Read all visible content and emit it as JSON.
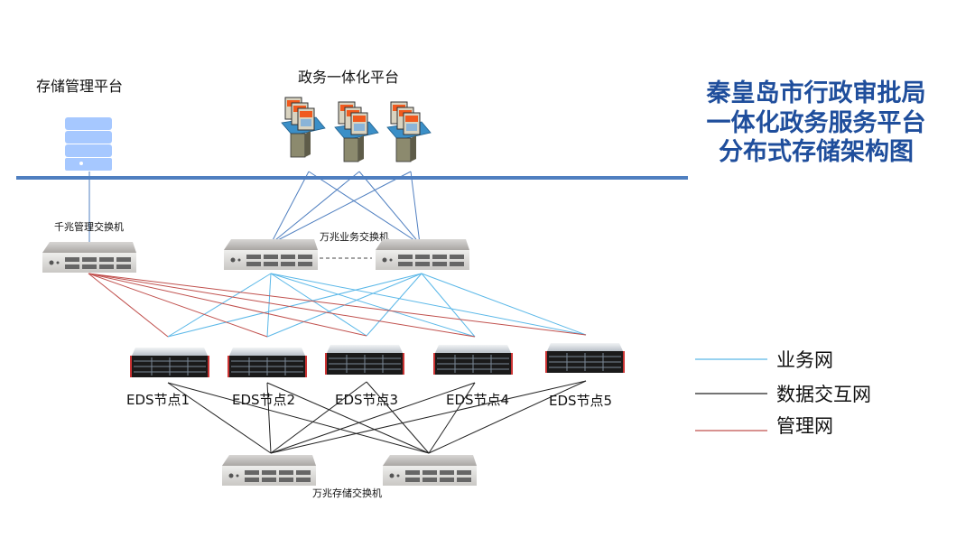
{
  "title": {
    "line1": "秦皇岛市行政审批局",
    "line2": "一体化政务服务平台",
    "line3": "分布式存储架构图"
  },
  "platforms": {
    "storage_mgmt": "存储管理平台",
    "gov_integrated": "政务一体化平台"
  },
  "switches": {
    "mgmt": "千兆管理交换机",
    "business": "万兆业务交换机",
    "storage": "万兆存储交换机"
  },
  "nodes": [
    "EDS节点1",
    "EDS节点2",
    "EDS节点3",
    "EDS节点4",
    "EDS节点5"
  ],
  "legend": [
    {
      "label": "业务网",
      "color": "#5bb8e8"
    },
    {
      "label": "数据交互网",
      "color": "#222222"
    },
    {
      "label": "管理网",
      "color": "#c0504d"
    }
  ],
  "colors": {
    "title": "#1f4e9c",
    "backbone": "#4f7fc0",
    "business": "#5bb8e8",
    "data": "#222222",
    "mgmt": "#c0504d"
  }
}
